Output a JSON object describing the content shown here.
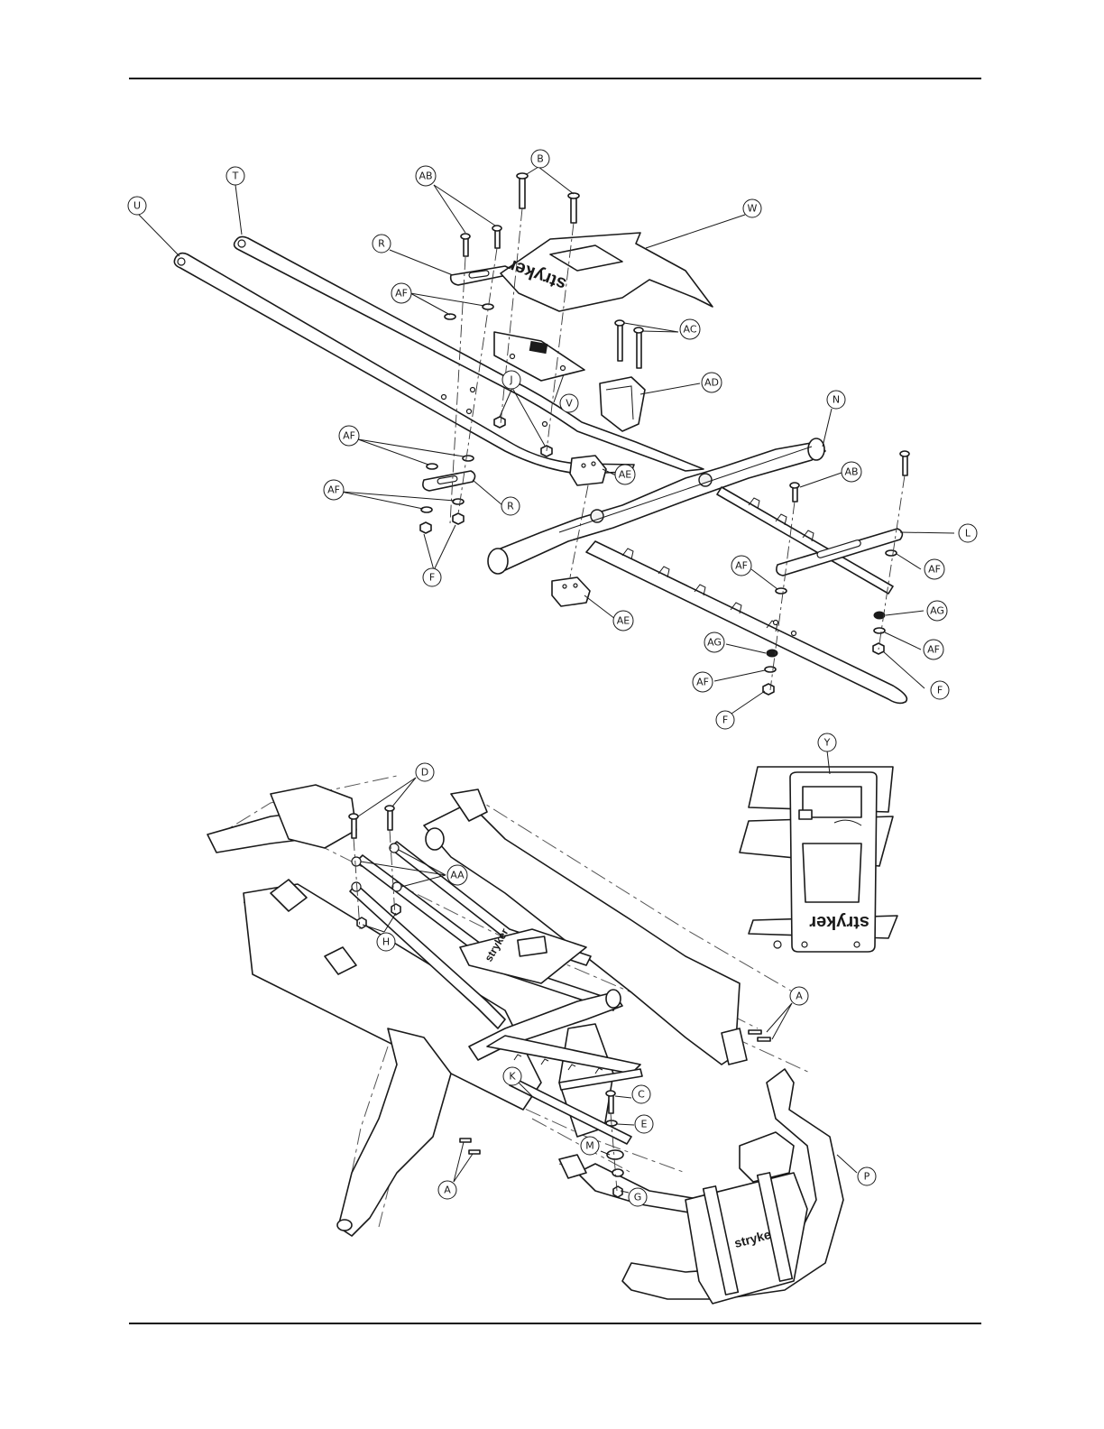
{
  "callouts": {
    "T": "T",
    "U": "U",
    "AB_top": "AB",
    "B": "B",
    "W": "W",
    "R_top": "R",
    "AF_1": "AF",
    "AC": "AC",
    "V": "V",
    "J": "J",
    "AD": "AD",
    "N": "N",
    "AF_2": "AF",
    "AE_1": "AE",
    "AB_right": "AB",
    "AF_3": "AF",
    "R_mid": "R",
    "F_left": "F",
    "L": "L",
    "AF_4": "AF",
    "AF_5": "AF",
    "AG_1": "AG",
    "AE_2": "AE",
    "AG_2": "AG",
    "AF_6": "AF",
    "AF_7": "AF",
    "F_right": "F",
    "F_bottom": "F",
    "D": "D",
    "Y": "Y",
    "AA": "AA",
    "H": "H",
    "A_right": "A",
    "K": "K",
    "C": "C",
    "E": "E",
    "M": "M",
    "A_left": "A",
    "G": "G",
    "P": "P"
  },
  "logos": {
    "brand": "stryker"
  },
  "colors": {
    "ink": "#1a1a1a",
    "paper": "#ffffff"
  }
}
